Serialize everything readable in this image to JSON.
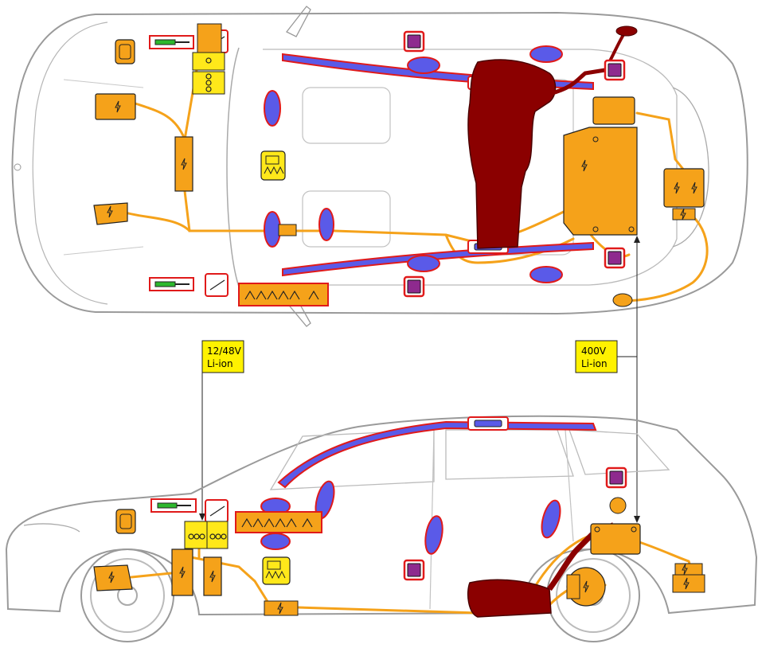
{
  "labels": {
    "low_voltage_battery": [
      "12/48V",
      "Li-ion"
    ],
    "high_voltage_battery": [
      "400V",
      "Li-ion"
    ]
  },
  "colors": {
    "hv_orange": "#F5A21A",
    "fuel_tank": "#8B0000",
    "airbag_blue": "#5A5AE8",
    "airbag_outline": "#E01A1A",
    "battery_yellow": "#FFE81A",
    "gas_spring_green": "#2DB82D",
    "seatbelt_purple": "#8E2A8E",
    "label_box_yellow": "#FFF200",
    "car_outline": "#9A9A9A"
  },
  "legend_icons": [
    "high-voltage-component-icon",
    "fuel-tank-icon",
    "airbag-icon",
    "curtain-airbag-icon",
    "gas-generator-icon",
    "seatbelt-pretensioner-icon",
    "low-voltage-battery-icon",
    "gas-spring-icon",
    "hood-warning-icon",
    "pedestrian-protection-icon",
    "fuse-icon",
    "hv-cable-icon",
    "disconnect-point-icon"
  ]
}
